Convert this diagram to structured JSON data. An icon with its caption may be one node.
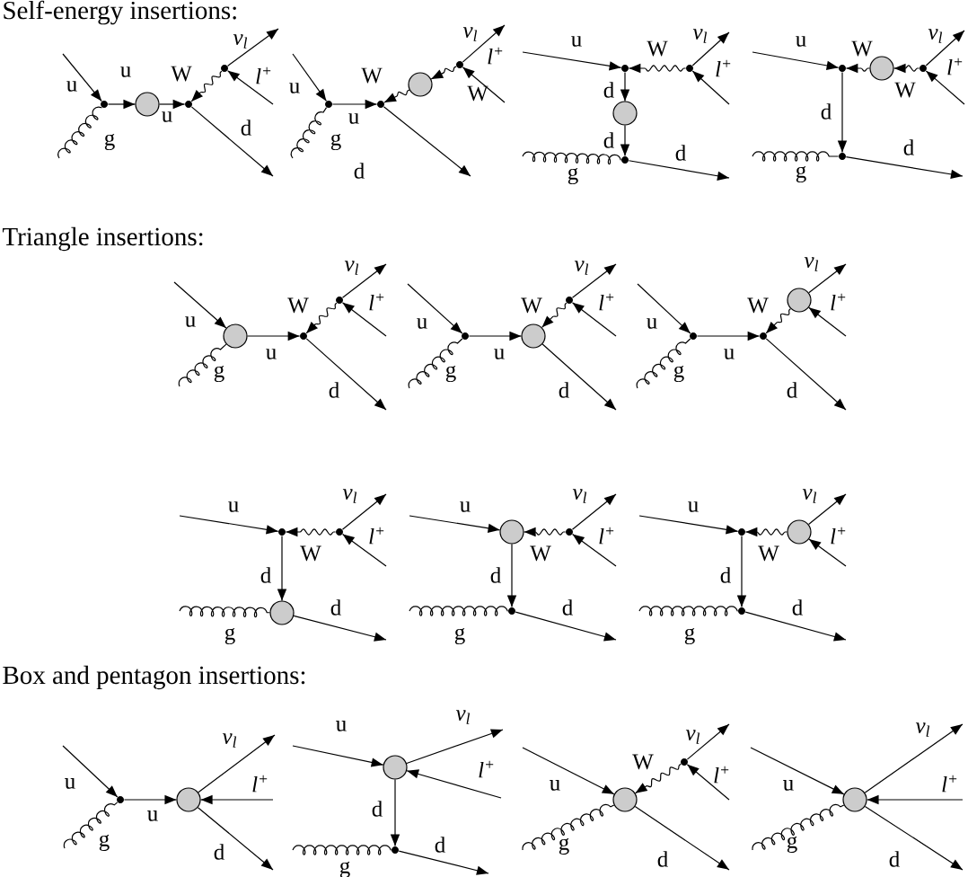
{
  "diagram": {
    "labels": [
      "Self-energy insertions:",
      "Triangle insertions:",
      "Box and pentagon insertions:"
    ],
    "nodes": [
      {
        "text": [],
        "shape": "dot"
      },
      {
        "text": [],
        "shape": "circle"
      },
      {
        "text": [],
        "shape": "dot"
      },
      {
        "text": [],
        "shape": "dot"
      },
      {
        "text": [],
        "shape": "dot"
      },
      {
        "text": [],
        "shape": "dot"
      },
      {
        "text": [],
        "shape": "circle"
      },
      {
        "text": [],
        "shape": "dot"
      },
      {
        "text": [],
        "shape": "dot"
      },
      {
        "text": [],
        "shape": "dot"
      },
      {
        "text": [],
        "shape": "circle"
      },
      {
        "text": [],
        "shape": "dot"
      },
      {
        "text": [],
        "shape": "dot"
      },
      {
        "text": [],
        "shape": "circle"
      },
      {
        "text": [],
        "shape": "dot"
      },
      {
        "text": [],
        "shape": "dot"
      },
      {
        "text": [],
        "shape": "circle"
      },
      {
        "text": [],
        "shape": "dot"
      },
      {
        "text": [],
        "shape": "dot"
      },
      {
        "text": [],
        "shape": "dot"
      },
      {
        "text": [],
        "shape": "circle"
      },
      {
        "text": [],
        "shape": "dot"
      },
      {
        "text": [],
        "shape": "dot"
      },
      {
        "text": [],
        "shape": "dot"
      },
      {
        "text": [],
        "shape": "circle"
      },
      {
        "text": [],
        "shape": "dot"
      },
      {
        "text": [],
        "shape": "dot"
      },
      {
        "text": [],
        "shape": "circle"
      },
      {
        "text": [],
        "shape": "circle"
      },
      {
        "text": [],
        "shape": "dot"
      },
      {
        "text": [],
        "shape": "dot"
      },
      {
        "text": [],
        "shape": "dot"
      },
      {
        "text": [],
        "shape": "circle"
      },
      {
        "text": [],
        "shape": "dot"
      },
      {
        "text": [],
        "shape": "dot"
      },
      {
        "text": [],
        "shape": "circle"
      },
      {
        "text": [],
        "shape": "circle"
      },
      {
        "text": [],
        "shape": "dot"
      },
      {
        "text": [],
        "shape": "circle"
      },
      {
        "text": [],
        "shape": "dot"
      },
      {
        "text": [],
        "shape": "circle"
      }
    ],
    "edges": [
      {
        "from": null,
        "to": 0,
        "arrow": "to",
        "label": "u"
      },
      {
        "from": null,
        "to": 0,
        "arrow": "none",
        "label": "g"
      },
      {
        "from": 0,
        "to": 1,
        "arrow": "to",
        "label": "u"
      },
      {
        "from": 1,
        "to": 2,
        "arrow": "to",
        "label": "u"
      },
      {
        "from": 3,
        "to": 2,
        "arrow": "to",
        "label": "W"
      },
      {
        "from": 3,
        "to": null,
        "arrow": "to",
        "label": "ν$_{l}$"
      },
      {
        "from": null,
        "to": 3,
        "arrow": "to",
        "label": "l$^{+}$"
      },
      {
        "from": 2,
        "to": null,
        "arrow": "to",
        "label": "d"
      },
      {
        "from": null,
        "to": 4,
        "arrow": "to",
        "label": "u"
      },
      {
        "from": null,
        "to": 4,
        "arrow": "none",
        "label": "g"
      },
      {
        "from": 4,
        "to": 5,
        "arrow": "to",
        "label": "u"
      },
      {
        "from": 6,
        "to": 5,
        "arrow": "to",
        "label": "W"
      },
      {
        "from": 7,
        "to": 6,
        "arrow": "to",
        "label": "W"
      },
      {
        "from": 7,
        "to": null,
        "arrow": "to",
        "label": "ν$_{l}$"
      },
      {
        "from": null,
        "to": 7,
        "arrow": "to",
        "label": "l$^{+}$"
      },
      {
        "from": 5,
        "to": null,
        "arrow": "to",
        "label": "d"
      },
      {
        "from": null,
        "to": 8,
        "arrow": "to",
        "label": "u"
      },
      {
        "from": 9,
        "to": 8,
        "arrow": "to",
        "label": "W"
      },
      {
        "from": 9,
        "to": null,
        "arrow": "to",
        "label": "ν$_{l}$"
      },
      {
        "from": null,
        "to": 9,
        "arrow": "to",
        "label": "l$^{+}$"
      },
      {
        "from": 8,
        "to": 10,
        "arrow": "to",
        "label": "d"
      },
      {
        "from": 10,
        "to": 11,
        "arrow": "to",
        "label": "d"
      },
      {
        "from": null,
        "to": 11,
        "arrow": "none",
        "label": "g"
      },
      {
        "from": 11,
        "to": null,
        "arrow": "to",
        "label": "d"
      },
      {
        "from": null,
        "to": 12,
        "arrow": "to",
        "label": "u"
      },
      {
        "from": 13,
        "to": 12,
        "arrow": "to",
        "label": "W"
      },
      {
        "from": 14,
        "to": 13,
        "arrow": "to",
        "label": "W"
      },
      {
        "from": 14,
        "to": null,
        "arrow": "to",
        "label": "ν$_{l}$"
      },
      {
        "from": null,
        "to": 14,
        "arrow": "to",
        "label": "l$^{+}$"
      },
      {
        "from": 12,
        "to": 15,
        "arrow": "to",
        "label": "d"
      },
      {
        "from": null,
        "to": 15,
        "arrow": "none",
        "label": "g"
      },
      {
        "from": 15,
        "to": null,
        "arrow": "to",
        "label": "d"
      },
      {
        "from": null,
        "to": 16,
        "arrow": "to",
        "label": "u"
      },
      {
        "from": null,
        "to": 16,
        "arrow": "none",
        "label": "g"
      },
      {
        "from": 16,
        "to": 17,
        "arrow": "to",
        "label": "u"
      },
      {
        "from": 18,
        "to": 17,
        "arrow": "to",
        "label": "W"
      },
      {
        "from": 18,
        "to": null,
        "arrow": "to",
        "label": "ν$_{l}$"
      },
      {
        "from": null,
        "to": 18,
        "arrow": "to",
        "label": "l$^{+}$"
      },
      {
        "from": 17,
        "to": null,
        "arrow": "to",
        "label": "d"
      },
      {
        "from": null,
        "to": 19,
        "arrow": "to",
        "label": "u"
      },
      {
        "from": null,
        "to": 19,
        "arrow": "none",
        "label": "g"
      },
      {
        "from": 19,
        "to": 20,
        "arrow": "to",
        "label": "u"
      },
      {
        "from": 21,
        "to": 20,
        "arrow": "to",
        "label": "W"
      },
      {
        "from": 21,
        "to": null,
        "arrow": "to",
        "label": "ν$_{l}$"
      },
      {
        "from": null,
        "to": 21,
        "arrow": "to",
        "label": "l$^{+}$"
      },
      {
        "from": 20,
        "to": null,
        "arrow": "to",
        "label": "d"
      },
      {
        "from": null,
        "to": 22,
        "arrow": "to",
        "label": "u"
      },
      {
        "from": null,
        "to": 22,
        "arrow": "none",
        "label": "g"
      },
      {
        "from": 22,
        "to": 23,
        "arrow": "to",
        "label": "u"
      },
      {
        "from": 24,
        "to": 23,
        "arrow": "to",
        "label": "W"
      },
      {
        "from": 24,
        "to": null,
        "arrow": "to",
        "label": "ν$_{l}$"
      },
      {
        "from": null,
        "to": 24,
        "arrow": "to",
        "label": "l$^{+}$"
      },
      {
        "from": 23,
        "to": null,
        "arrow": "to",
        "label": "d"
      },
      {
        "from": null,
        "to": 25,
        "arrow": "to",
        "label": "u"
      },
      {
        "from": 26,
        "to": 25,
        "arrow": "to",
        "label": "W"
      },
      {
        "from": 26,
        "to": null,
        "arrow": "to",
        "label": "ν$_{l}$"
      },
      {
        "from": null,
        "to": 26,
        "arrow": "to",
        "label": "l$^{+}$"
      },
      {
        "from": 25,
        "to": 27,
        "arrow": "to",
        "label": "d"
      },
      {
        "from": null,
        "to": 27,
        "arrow": "none",
        "label": "g"
      },
      {
        "from": 27,
        "to": null,
        "arrow": "to",
        "label": "d"
      },
      {
        "from": null,
        "to": 28,
        "arrow": "to",
        "label": "u"
      },
      {
        "from": 29,
        "to": 28,
        "arrow": "to",
        "label": "W"
      },
      {
        "from": 29,
        "to": null,
        "arrow": "to",
        "label": "ν$_{l}$"
      },
      {
        "from": null,
        "to": 29,
        "arrow": "to",
        "label": "l$^{+}$"
      },
      {
        "from": 28,
        "to": 30,
        "arrow": "to",
        "label": "d"
      },
      {
        "from": null,
        "to": 30,
        "arrow": "none",
        "label": "g"
      },
      {
        "from": 30,
        "to": null,
        "arrow": "to",
        "label": "d"
      },
      {
        "from": null,
        "to": 31,
        "arrow": "to",
        "label": "u"
      },
      {
        "from": 32,
        "to": 31,
        "arrow": "to",
        "label": "W"
      },
      {
        "from": 32,
        "to": null,
        "arrow": "to",
        "label": "ν$_{l}$"
      },
      {
        "from": null,
        "to": 32,
        "arrow": "to",
        "label": "l$^{+}$"
      },
      {
        "from": 31,
        "to": 33,
        "arrow": "to",
        "label": "d"
      },
      {
        "from": null,
        "to": 33,
        "arrow": "none",
        "label": "g"
      },
      {
        "from": 33,
        "to": null,
        "arrow": "to",
        "label": "d"
      },
      {
        "from": null,
        "to": 34,
        "arrow": "to",
        "label": "u"
      },
      {
        "from": null,
        "to": 34,
        "arrow": "none",
        "label": "g"
      },
      {
        "from": 34,
        "to": 35,
        "arrow": "to",
        "label": "u"
      },
      {
        "from": 35,
        "to": null,
        "arrow": "to",
        "label": "ν$_{l}$"
      },
      {
        "from": null,
        "to": 35,
        "arrow": "to",
        "label": "l$^{+}$"
      },
      {
        "from": 35,
        "to": null,
        "arrow": "to",
        "label": "d"
      },
      {
        "from": null,
        "to": 36,
        "arrow": "to",
        "label": "u"
      },
      {
        "from": 36,
        "to": null,
        "arrow": "to",
        "label": "ν$_{l}$"
      },
      {
        "from": null,
        "to": 36,
        "arrow": "to",
        "label": "l$^{+}$"
      },
      {
        "from": 36,
        "to": 37,
        "arrow": "to",
        "label": "d"
      },
      {
        "from": null,
        "to": 37,
        "arrow": "none",
        "label": "g"
      },
      {
        "from": 37,
        "to": null,
        "arrow": "to",
        "label": "d"
      },
      {
        "from": null,
        "to": 38,
        "arrow": "to",
        "label": "u"
      },
      {
        "from": null,
        "to": 38,
        "arrow": "none",
        "label": "g"
      },
      {
        "from": 39,
        "to": 38,
        "arrow": "to",
        "label": "W"
      },
      {
        "from": 39,
        "to": null,
        "arrow": "to",
        "label": "ν$_{l}$"
      },
      {
        "from": null,
        "to": 39,
        "arrow": "to",
        "label": "l$^{+}$"
      },
      {
        "from": 38,
        "to": null,
        "arrow": "to",
        "label": "d"
      },
      {
        "from": null,
        "to": 40,
        "arrow": "to",
        "label": "u"
      },
      {
        "from": null,
        "to": 40,
        "arrow": "none",
        "label": "g"
      },
      {
        "from": 40,
        "to": null,
        "arrow": "to",
        "label": "ν$_{l}$"
      },
      {
        "from": null,
        "to": 40,
        "arrow": "to",
        "label": "l$^{+}$"
      },
      {
        "from": 40,
        "to": null,
        "arrow": "to",
        "label": "d"
      }
    ]
  }
}
